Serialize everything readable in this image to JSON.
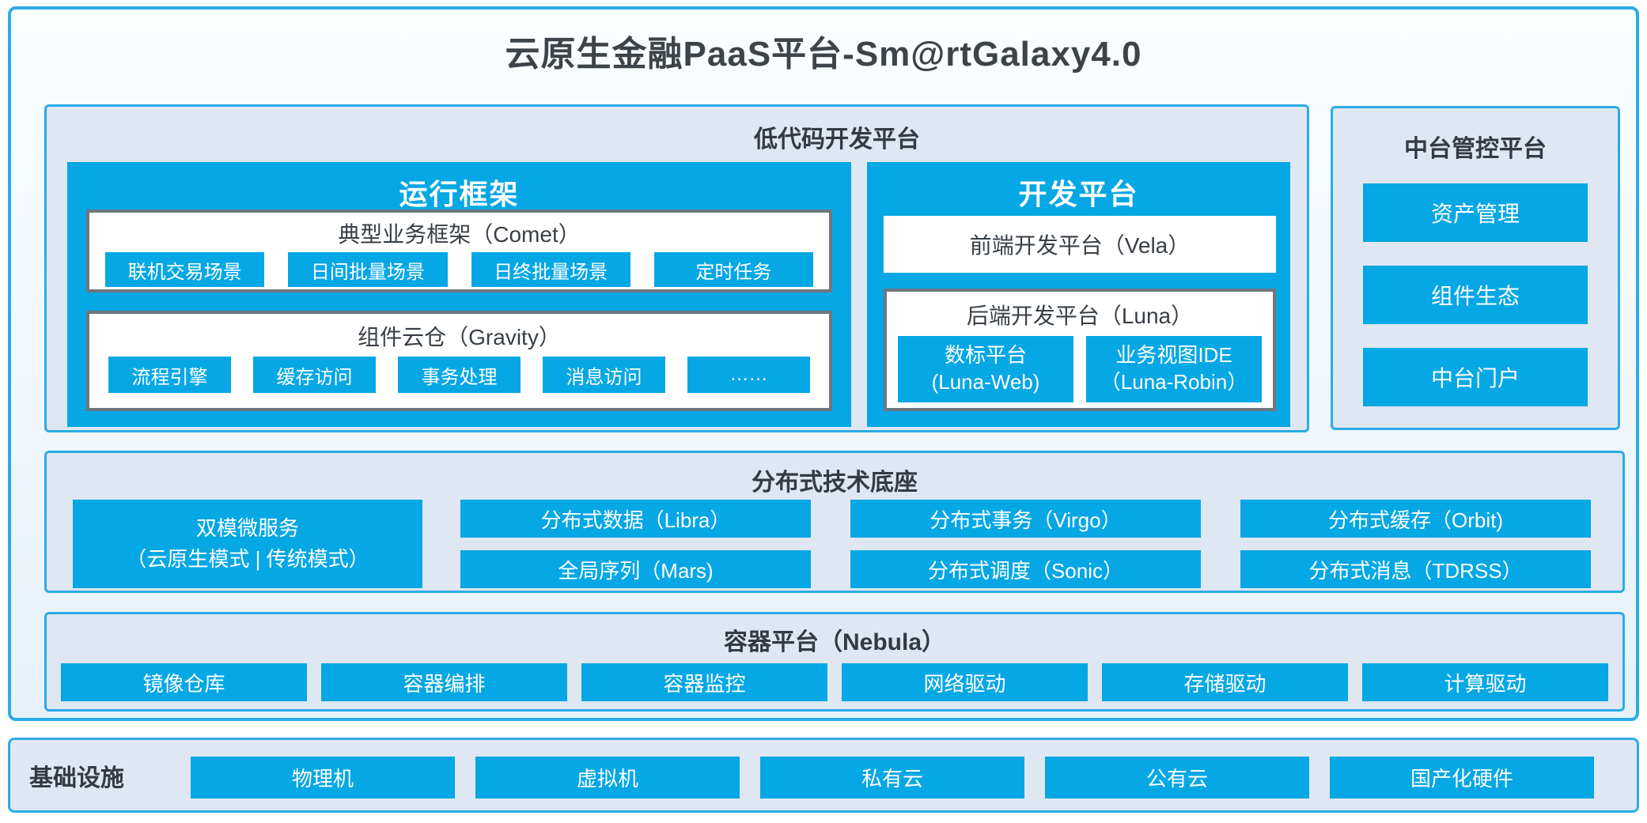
{
  "title": "云原生金融PaaS平台-Sm@rtGalaxy4.0",
  "colors": {
    "accent_blue": "#06a7e5",
    "border_cyan": "#2bace4",
    "panel_bg": "#dee7f2",
    "dark_text": "#383f46",
    "gray_border": "#6e767e"
  },
  "lowcode": {
    "title": "低代码开发平台",
    "runtime": {
      "title": "运行框架",
      "comet": {
        "title": "典型业务框架（Comet）",
        "items": [
          "联机交易场景",
          "日间批量场景",
          "日终批量场景",
          "定时任务"
        ]
      },
      "gravity": {
        "title": "组件云仓（Gravity）",
        "items": [
          "流程引擎",
          "缓存访问",
          "事务处理",
          "消息访问",
          "……"
        ]
      }
    },
    "dev": {
      "title": "开发平台",
      "vela": "前端开发平台（Vela）",
      "luna": {
        "title": "后端开发平台（Luna）",
        "items": [
          {
            "line1": "数标平台",
            "line2": "(Luna-Web)"
          },
          {
            "line1": "业务视图IDE",
            "line2": "（Luna-Robin）"
          }
        ]
      }
    }
  },
  "midplatform": {
    "title": "中台管控平台",
    "items": [
      "资产管理",
      "组件生态",
      "中台门户"
    ]
  },
  "distributed": {
    "title": "分布式技术底座",
    "dual_mode": {
      "line1": "双模微服务",
      "line2": "（云原生模式 | 传统模式）"
    },
    "grid": [
      [
        "分布式数据（Libra）",
        "分布式事务（Virgo）",
        "分布式缓存（Orbit)"
      ],
      [
        "全局序列（Mars)",
        "分布式调度（Sonic）",
        "分布式消息（TDRSS）"
      ]
    ]
  },
  "container_platform": {
    "title": "容器平台（Nebula）",
    "items": [
      "镜像仓库",
      "容器编排",
      "容器监控",
      "网络驱动",
      "存储驱动",
      "计算驱动"
    ]
  },
  "infrastructure": {
    "title": "基础设施",
    "items": [
      "物理机",
      "虚拟机",
      "私有云",
      "公有云",
      "国产化硬件"
    ]
  }
}
